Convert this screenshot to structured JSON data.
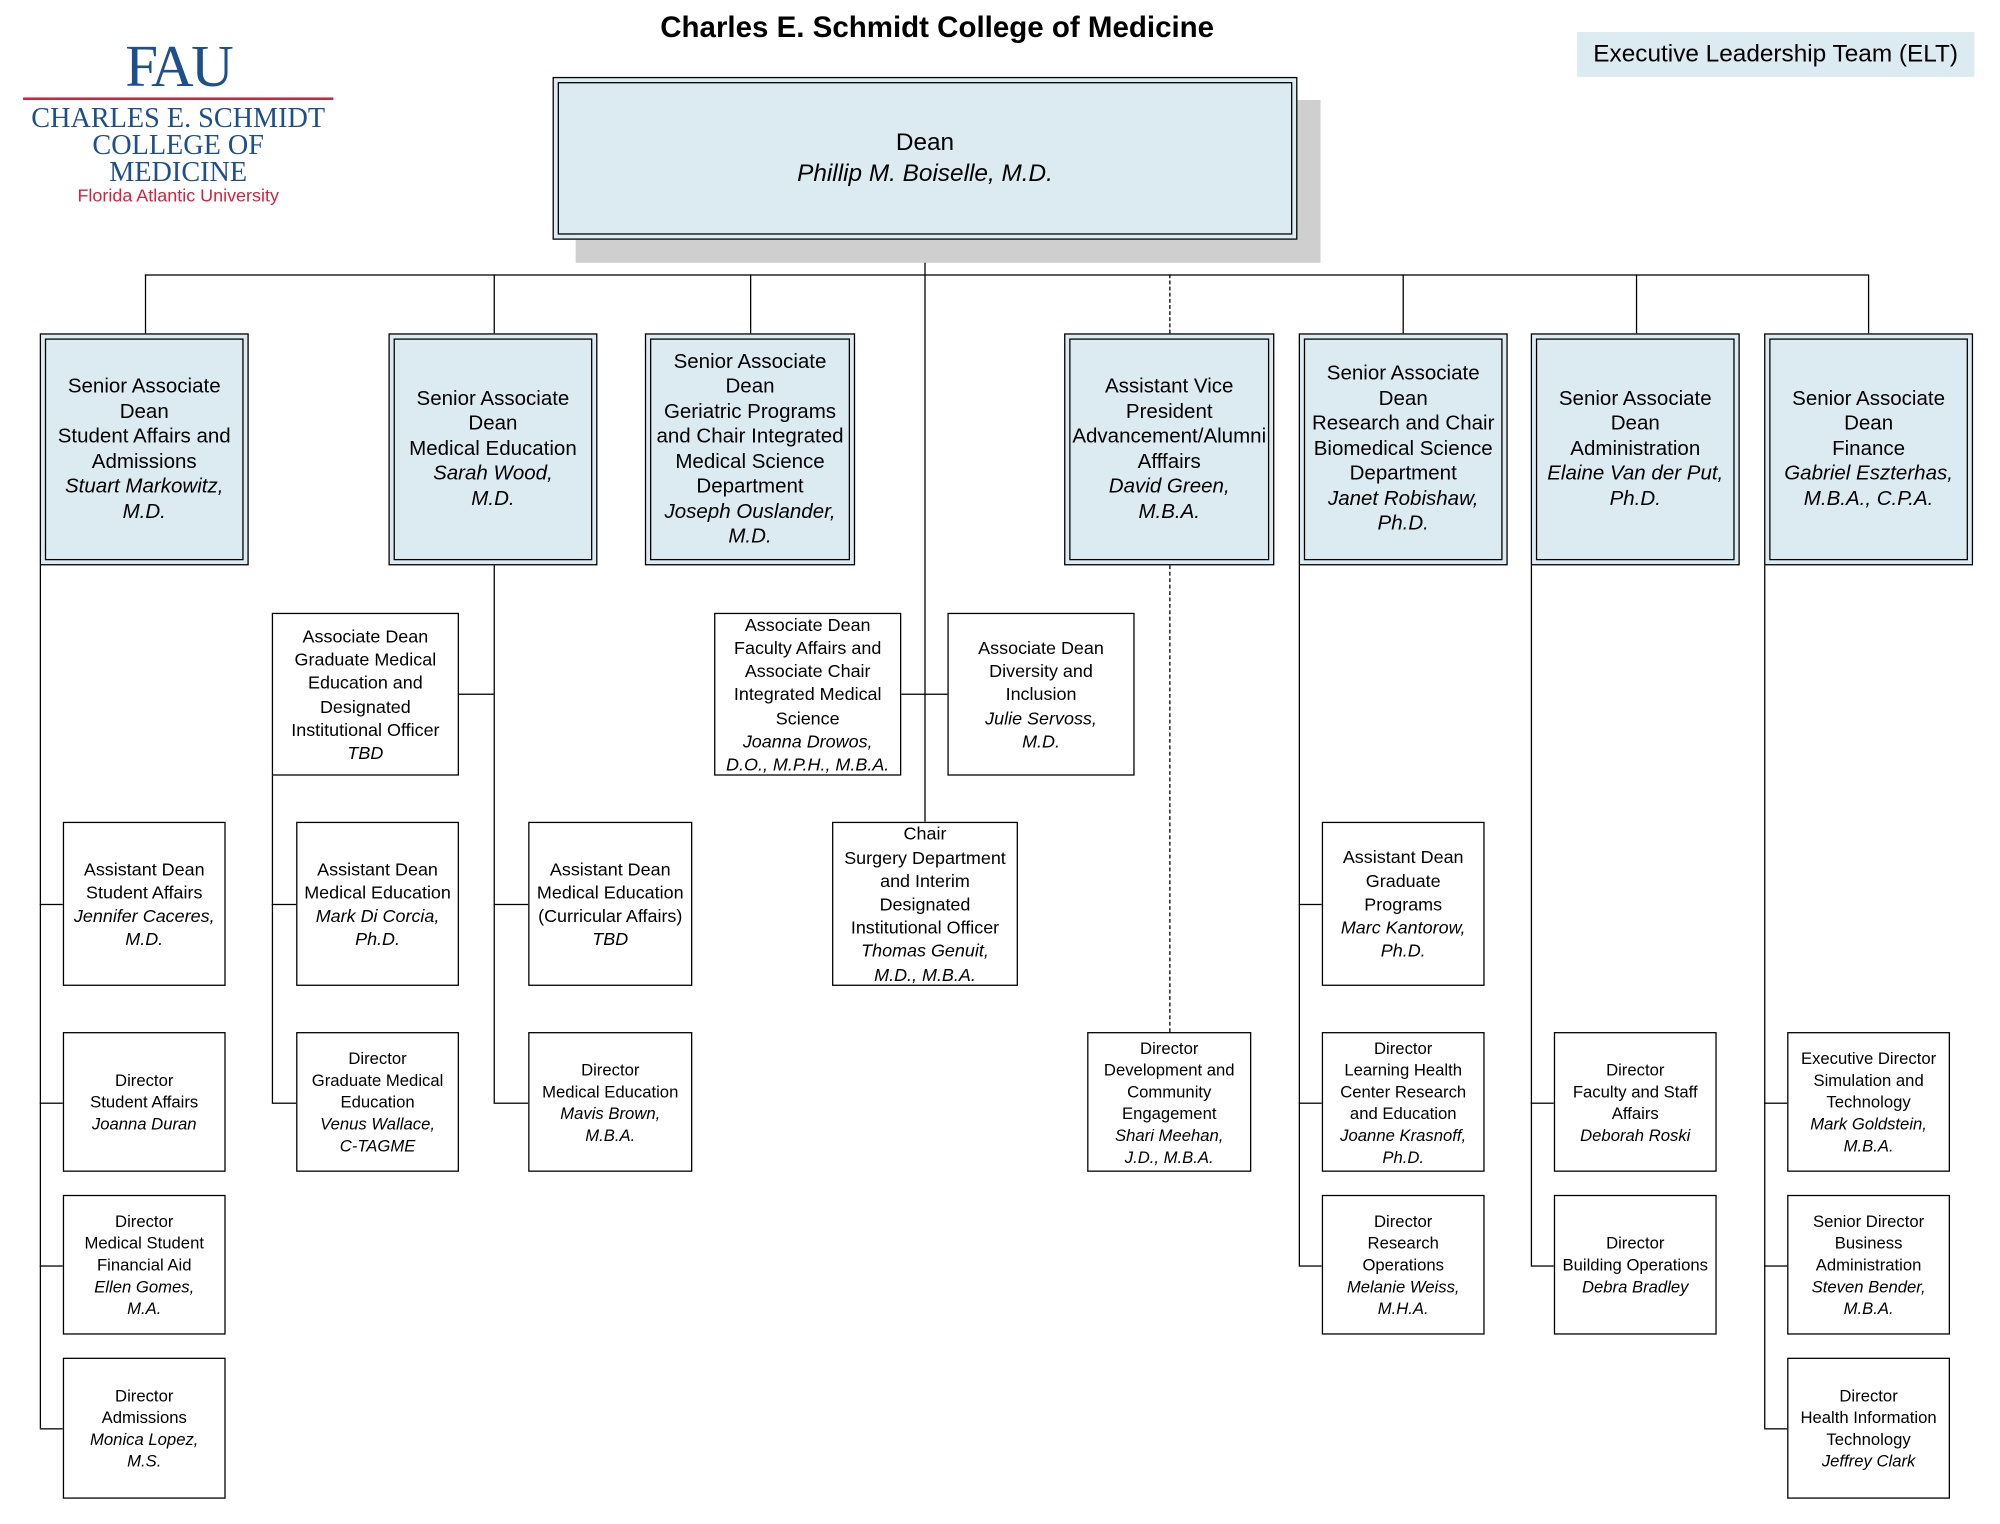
{
  "header": {
    "title": "Charles E. Schmidt College of Medicine",
    "elt_label": "Executive Leadership Team (ELT)"
  },
  "logo": {
    "mark": "FAU",
    "line1": "CHARLES E. SCHMIDT",
    "line2": "COLLEGE OF MEDICINE",
    "line3": "Florida Atlantic University"
  },
  "colors": {
    "box_fill": "#dcebf2",
    "logo_blue": "#1d4f8c",
    "logo_red": "#d4213d"
  },
  "dean": {
    "title": "Dean",
    "name": "Phillip M. Boiselle, M.D."
  },
  "boxes": [
    {
      "id": "sad-student-affairs",
      "title": [
        "Senior Associate",
        "Dean",
        "Student Affairs and",
        "Admissions"
      ],
      "name": [
        "Stuart Markowitz,",
        "M.D."
      ]
    },
    {
      "id": "sad-medical-education",
      "title": [
        "Senior Associate",
        "Dean",
        "Medical Education"
      ],
      "name": [
        "Sarah Wood,",
        "M.D."
      ]
    },
    {
      "id": "sad-geriatric",
      "title": [
        "Senior Associate",
        "Dean",
        "Geriatric Programs",
        "and Chair Integrated",
        "Medical Science",
        "Department"
      ],
      "name": [
        "Joseph Ouslander,",
        "M.D."
      ]
    },
    {
      "id": "avp-advancement",
      "title": [
        "Assistant Vice",
        "President",
        "Advancement/Alumni",
        "Afffairs"
      ],
      "name": [
        "David Green,",
        "M.B.A."
      ]
    },
    {
      "id": "sad-research",
      "title": [
        "Senior Associate",
        "Dean",
        "Research and Chair",
        "Biomedical Science",
        "Department"
      ],
      "name": [
        "Janet Robishaw,",
        "Ph.D."
      ]
    },
    {
      "id": "sad-administration",
      "title": [
        "Senior Associate",
        "Dean",
        "Administration"
      ],
      "name": [
        "Elaine Van der Put,",
        "Ph.D."
      ]
    },
    {
      "id": "sad-finance",
      "title": [
        "Senior Associate",
        "Dean",
        "Finance"
      ],
      "name": [
        "Gabriel Eszterhas,",
        "M.B.A., C.P.A."
      ]
    },
    {
      "id": "ad-gme",
      "title": [
        "Associate Dean",
        "Graduate Medical",
        "Education and",
        "Designated",
        "Institutional Officer"
      ],
      "name": [
        "TBD"
      ]
    },
    {
      "id": "ad-faculty-affairs",
      "title": [
        "Associate Dean",
        "Faculty Affairs and",
        "Associate Chair",
        "Integrated Medical",
        "Science"
      ],
      "name": [
        "Joanna Drowos,",
        "D.O., M.P.H., M.B.A."
      ]
    },
    {
      "id": "ad-diversity",
      "title": [
        "Associate Dean",
        "Diversity and",
        "Inclusion"
      ],
      "name": [
        "Julie Servoss,",
        "M.D."
      ]
    },
    {
      "id": "chair-surgery",
      "title": [
        "Chair",
        "Surgery Department",
        "and Interim",
        "Designated",
        "Institutional Officer"
      ],
      "name": [
        "Thomas Genuit,",
        "M.D., M.B.A."
      ]
    },
    {
      "id": "asd-student-affairs",
      "title": [
        "Assistant Dean",
        "Student Affairs"
      ],
      "name": [
        "Jennifer Caceres,",
        "M.D."
      ]
    },
    {
      "id": "asd-medical-education",
      "title": [
        "Assistant Dean",
        "Medical Education"
      ],
      "name": [
        "Mark Di Corcia,",
        "Ph.D."
      ]
    },
    {
      "id": "asd-curricular",
      "title": [
        "Assistant Dean",
        "Medical Education",
        "(Curricular Affairs)"
      ],
      "name": [
        "TBD"
      ]
    },
    {
      "id": "asd-graduate",
      "title": [
        "Assistant Dean",
        "Graduate",
        "Programs"
      ],
      "name": [
        "Marc Kantorow,",
        "Ph.D."
      ]
    },
    {
      "id": "dir-student-affairs",
      "title": [
        "Director",
        "Student Affairs"
      ],
      "name": [
        "Joanna Duran"
      ]
    },
    {
      "id": "dir-gme",
      "title": [
        "Director",
        "Graduate Medical",
        "Education"
      ],
      "name": [
        "Venus Wallace,",
        "C-TAGME"
      ]
    },
    {
      "id": "dir-medical-education",
      "title": [
        "Director",
        "Medical Education"
      ],
      "name": [
        "Mavis Brown,",
        "M.B.A."
      ]
    },
    {
      "id": "dir-development",
      "title": [
        "Director",
        "Development and",
        "Community",
        "Engagement"
      ],
      "name": [
        "Shari Meehan,",
        "J.D., M.B.A."
      ]
    },
    {
      "id": "dir-learning-health",
      "title": [
        "Director",
        "Learning Health",
        "Center Research",
        "and Education"
      ],
      "name": [
        "Joanne Krasnoff,",
        "Ph.D."
      ]
    },
    {
      "id": "dir-faculty-staff",
      "title": [
        "Director",
        "Faculty and Staff",
        "Affairs"
      ],
      "name": [
        "Deborah Roski"
      ]
    },
    {
      "id": "exd-simulation",
      "title": [
        "Executive Director",
        "Simulation and",
        "Technology"
      ],
      "name": [
        "Mark Goldstein,",
        "M.B.A."
      ]
    },
    {
      "id": "dir-financial-aid",
      "title": [
        "Director",
        "Medical Student",
        "Financial Aid"
      ],
      "name": [
        "Ellen Gomes,",
        "M.A."
      ]
    },
    {
      "id": "dir-research-ops",
      "title": [
        "Director",
        "Research",
        "Operations"
      ],
      "name": [
        "Melanie Weiss,",
        "M.H.A."
      ]
    },
    {
      "id": "dir-building-ops",
      "title": [
        "Director",
        "Building Operations"
      ],
      "name": [
        "Debra Bradley"
      ]
    },
    {
      "id": "sd-business-admin",
      "title": [
        "Senior Director",
        "Business",
        "Administration"
      ],
      "name": [
        "Steven Bender,",
        "M.B.A."
      ]
    },
    {
      "id": "dir-admissions",
      "title": [
        "Director",
        "Admissions"
      ],
      "name": [
        "Monica Lopez,",
        "M.S."
      ]
    },
    {
      "id": "dir-health-it",
      "title": [
        "Director",
        "Health Information",
        "Technology"
      ],
      "name": [
        "Jeffrey Clark"
      ]
    }
  ]
}
